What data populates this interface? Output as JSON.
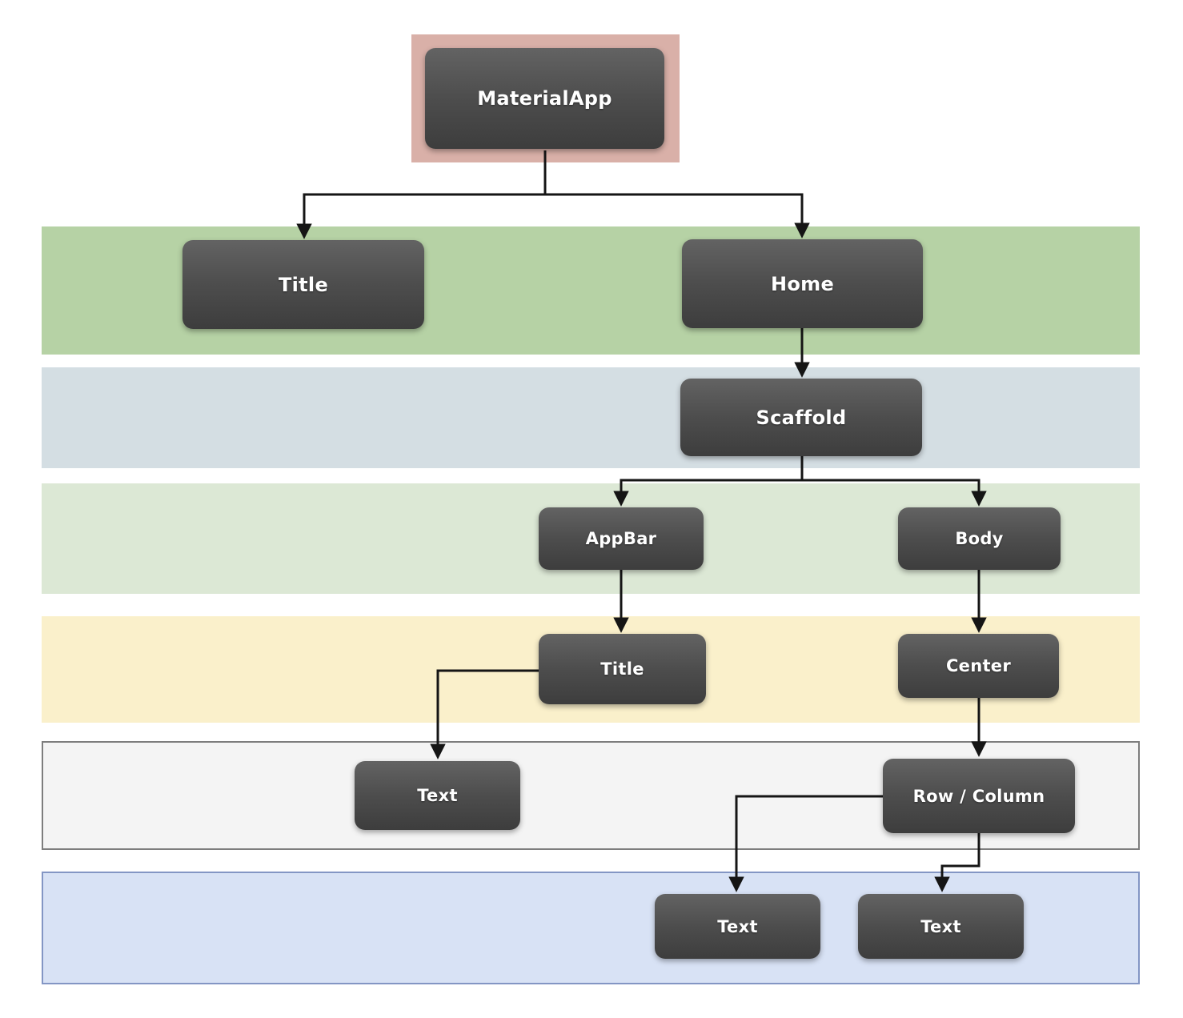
{
  "nodes": {
    "material_app": {
      "label": "MaterialApp"
    },
    "app_title": {
      "label": "Title"
    },
    "home": {
      "label": "Home"
    },
    "scaffold": {
      "label": "Scaffold"
    },
    "appbar": {
      "label": "AppBar"
    },
    "body": {
      "label": "Body"
    },
    "appbar_title": {
      "label": "Title"
    },
    "center": {
      "label": "Center"
    },
    "title_text": {
      "label": "Text"
    },
    "row_column": {
      "label": "Row / Column"
    },
    "row_text_1": {
      "label": "Text"
    },
    "row_text_2": {
      "label": "Text"
    }
  },
  "colors": {
    "node_gradient_top": "#636363",
    "node_gradient_mid": "#4d4d4d",
    "node_gradient_bottom": "#3d3d3d",
    "node_text": "#ffffff",
    "highlight_block": "#d9b0a8",
    "band_green": "#b6d2a5",
    "band_blue_gray": "#d4dee3",
    "band_light_green": "#dce8d5",
    "band_cream": "#faf0cb",
    "band_gray_fill": "#f4f4f4",
    "band_gray_border": "#7d7d7d",
    "band_blue_fill": "#d8e2f5",
    "band_blue_border": "#8396c4",
    "connector": "#151515"
  }
}
